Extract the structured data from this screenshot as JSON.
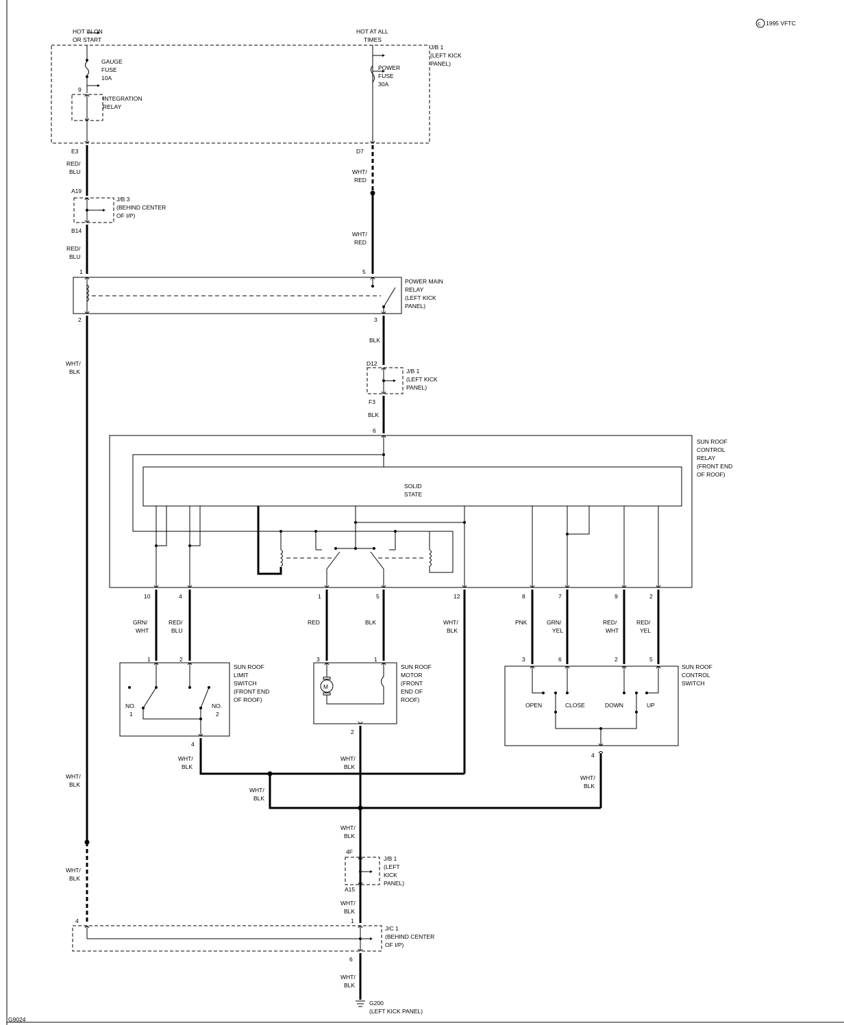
{
  "copyright": "1995 VFTC",
  "figure_id": "G9024",
  "power": {
    "hot_run_line1": "HOT IN ON",
    "hot_run_line2": "OR START",
    "hot_all_line1": "HOT AT ALL",
    "hot_all_line2": "TIMES"
  },
  "jb1_top": {
    "l1": "J/B 1",
    "l2": "(LEFT KICK",
    "l3": "PANEL)"
  },
  "gauge_fuse": {
    "l1": "GAUGE",
    "l2": "FUSE",
    "l3": "10A"
  },
  "power_fuse": {
    "l1": "POWER",
    "l2": "FUSE",
    "l3": "30A"
  },
  "integration_relay": {
    "l1": "INTEGRATION",
    "l2": "RELAY"
  },
  "jb3": {
    "l1": "J/B 3",
    "l2": "(BEHIND CENTER",
    "l3": "OF I/P)"
  },
  "power_main_relay": {
    "l1": "POWER MAIN",
    "l2": "RELAY",
    "l3": "(LEFT KICK",
    "l4": "PANEL)"
  },
  "jb1_mid": {
    "l1": "J/B 1",
    "l2": "(LEFT KICK",
    "l3": "PANEL)"
  },
  "control_relay": {
    "l1": "SUN ROOF",
    "l2": "CONTROL",
    "l3": "RELAY",
    "l4": "(FRONT END",
    "l5": "OF ROOF)"
  },
  "solid_state": {
    "l1": "SOLID",
    "l2": "STATE"
  },
  "limit_switch": {
    "l1": "SUN ROOF",
    "l2": "LIMIT",
    "l3": "SWITCH",
    "l4": "(FRONT END",
    "l5": "OF ROOF)",
    "no1a": "NO.",
    "no1b": "1",
    "no2a": "NO.",
    "no2b": "2"
  },
  "motor": {
    "l1": "SUN ROOF",
    "l2": "MOTOR",
    "l3": "(FRONT",
    "l4": "END OF",
    "l5": "ROOF)",
    "symbol": "M"
  },
  "control_switch": {
    "l1": "SUN ROOF",
    "l2": "CONTROL",
    "l3": "SWITCH",
    "open": "OPEN",
    "close": "CLOSE",
    "down": "DOWN",
    "up": "UP"
  },
  "jb1_bot": {
    "l1": "J/B 1",
    "l2": "(LEFT",
    "l3": "KICK",
    "l4": "PANEL)"
  },
  "jc1": {
    "l1": "J/C 1",
    "l2": "(BEHIND CENTER",
    "l3": "OF I/P)"
  },
  "ground": {
    "l1": "G200",
    "l2": "(LEFT KICK PANEL)"
  },
  "pins": {
    "e3": "E3",
    "d7": "D7",
    "p9": "9",
    "a19": "A19",
    "b14": "B14",
    "pmr1": "1",
    "pmr2": "2",
    "pmr5": "5",
    "pmr3": "3",
    "d12": "D12",
    "f3": "F3",
    "cr6": "6",
    "cr10": "10",
    "cr4": "4",
    "cr1": "1",
    "cr5": "5",
    "cr12": "12",
    "cr8": "8",
    "cr7": "7",
    "cr9": "9",
    "cr2": "2",
    "ls1": "1",
    "ls2": "2",
    "ls4": "4",
    "m3": "3",
    "m1": "1",
    "m2": "2",
    "cs3": "3",
    "cs6": "6",
    "cs2": "2",
    "cs5": "5",
    "cs4": "4",
    "j4f": "4F",
    "a15": "A15",
    "jc4": "4",
    "jc1": "1",
    "jc6": "6"
  },
  "wires": {
    "red_blu_1": [
      "RED/",
      "BLU"
    ],
    "red_blu_2": [
      "RED/",
      "BLU"
    ],
    "wht_red_1": [
      "WHT/",
      "RED"
    ],
    "wht_red_2": [
      "WHT/",
      "RED"
    ],
    "blk_1": "BLK",
    "blk_2": "BLK",
    "wht_blk_left_1": [
      "WHT/",
      "BLK"
    ],
    "wht_blk_left_2": [
      "WHT/",
      "BLK"
    ],
    "wht_blk_left_3": [
      "WHT/",
      "BLK"
    ],
    "grn_wht": [
      "GRN/",
      "WHT"
    ],
    "red_blu_3": [
      "RED/",
      "BLU"
    ],
    "red": "RED",
    "blk_3": "BLK",
    "wht_blk_12": [
      "WHT/",
      "BLK"
    ],
    "pnk": "PNK",
    "grn_yel": [
      "GRN/",
      "YEL"
    ],
    "red_wht": [
      "RED/",
      "WHT"
    ],
    "red_yel": [
      "RED/",
      "YEL"
    ],
    "wht_blk_ls": [
      "WHT/",
      "BLK"
    ],
    "wht_blk_m": [
      "WHT/",
      "BLK"
    ],
    "wht_blk_cs": [
      "WHT/",
      "BLK"
    ],
    "wht_blk_low": [
      "WHT/",
      "BLK"
    ],
    "wht_blk_b1": [
      "WHT/",
      "BLK"
    ],
    "wht_blk_b2": [
      "WHT/",
      "BLK"
    ],
    "wht_blk_b3": [
      "WHT/",
      "BLK"
    ]
  }
}
